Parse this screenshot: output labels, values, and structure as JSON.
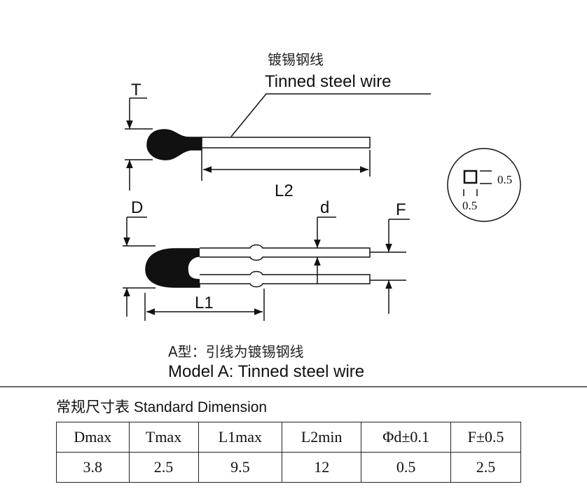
{
  "diagram": {
    "wire_label_cn": "镀锡钢线",
    "wire_label_en": "Tinned steel wire",
    "dim_T": "T",
    "dim_L2": "L2",
    "dim_D": "D",
    "dim_d": "d",
    "dim_F": "F",
    "dim_L1": "L1",
    "detail_value_right": "0.5",
    "detail_value_bottom": "0.5",
    "model_cn": "A型：引线为镀锡钢线",
    "model_en": "Model A: Tinned steel wire"
  },
  "table": {
    "title": "常规尺寸表 Standard Dimension",
    "headers": [
      "Dmax",
      "Tmax",
      "L1max",
      "L2min",
      "Φd±0.1",
      "F±0.5"
    ],
    "values": [
      "3.8",
      "2.5",
      "9.5",
      "12",
      "0.5",
      "2.5"
    ]
  }
}
